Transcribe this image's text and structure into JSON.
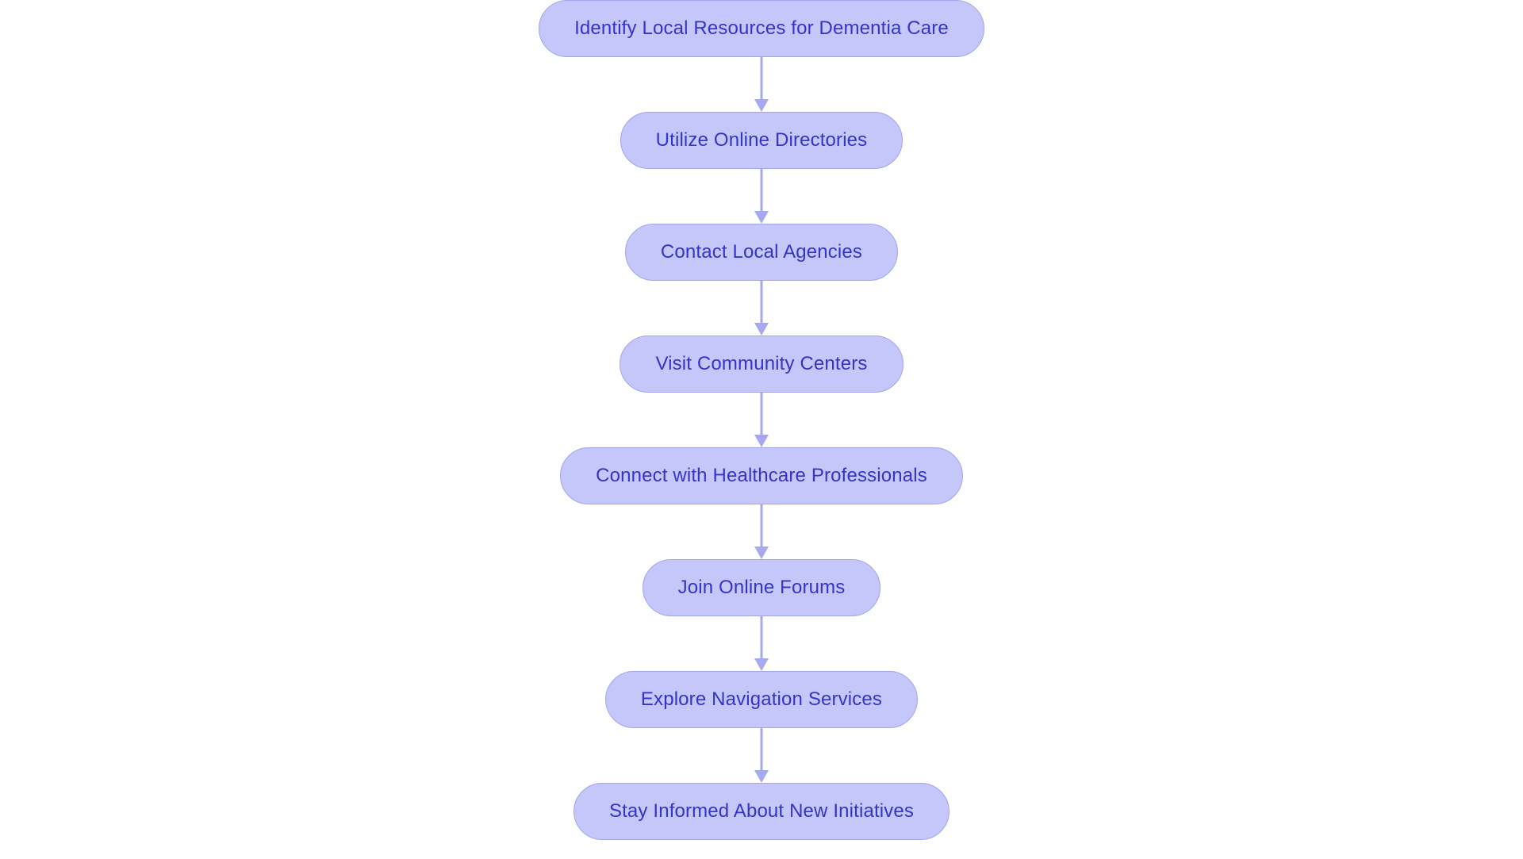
{
  "diagram": {
    "type": "flowchart",
    "orientation": "vertical-top-to-bottom",
    "background_color": "#ffffff",
    "node_fill_color": "#c5c6fa",
    "node_border_color": "#a2a5ec",
    "node_text_color": "#3434cb",
    "connector_color": "#a6a9ef",
    "node_shape": "pill",
    "nodes": [
      {
        "id": "n1",
        "label": "Identify Local Resources for Dementia Care"
      },
      {
        "id": "n2",
        "label": "Utilize Online Directories"
      },
      {
        "id": "n3",
        "label": "Contact Local Agencies"
      },
      {
        "id": "n4",
        "label": "Visit Community Centers"
      },
      {
        "id": "n5",
        "label": "Connect with Healthcare Professionals"
      },
      {
        "id": "n6",
        "label": "Join Online Forums"
      },
      {
        "id": "n7",
        "label": "Explore Navigation Services"
      },
      {
        "id": "n8",
        "label": "Stay Informed About New Initiatives"
      }
    ],
    "edges": [
      {
        "from": "n1",
        "to": "n2",
        "label": "",
        "arrow": "down"
      },
      {
        "from": "n2",
        "to": "n3",
        "label": "",
        "arrow": "down"
      },
      {
        "from": "n3",
        "to": "n4",
        "label": "",
        "arrow": "down"
      },
      {
        "from": "n4",
        "to": "n5",
        "label": "",
        "arrow": "down"
      },
      {
        "from": "n5",
        "to": "n6",
        "label": "",
        "arrow": "down"
      },
      {
        "from": "n6",
        "to": "n7",
        "label": "",
        "arrow": "down"
      },
      {
        "from": "n7",
        "to": "n8",
        "label": "",
        "arrow": "down"
      }
    ]
  }
}
